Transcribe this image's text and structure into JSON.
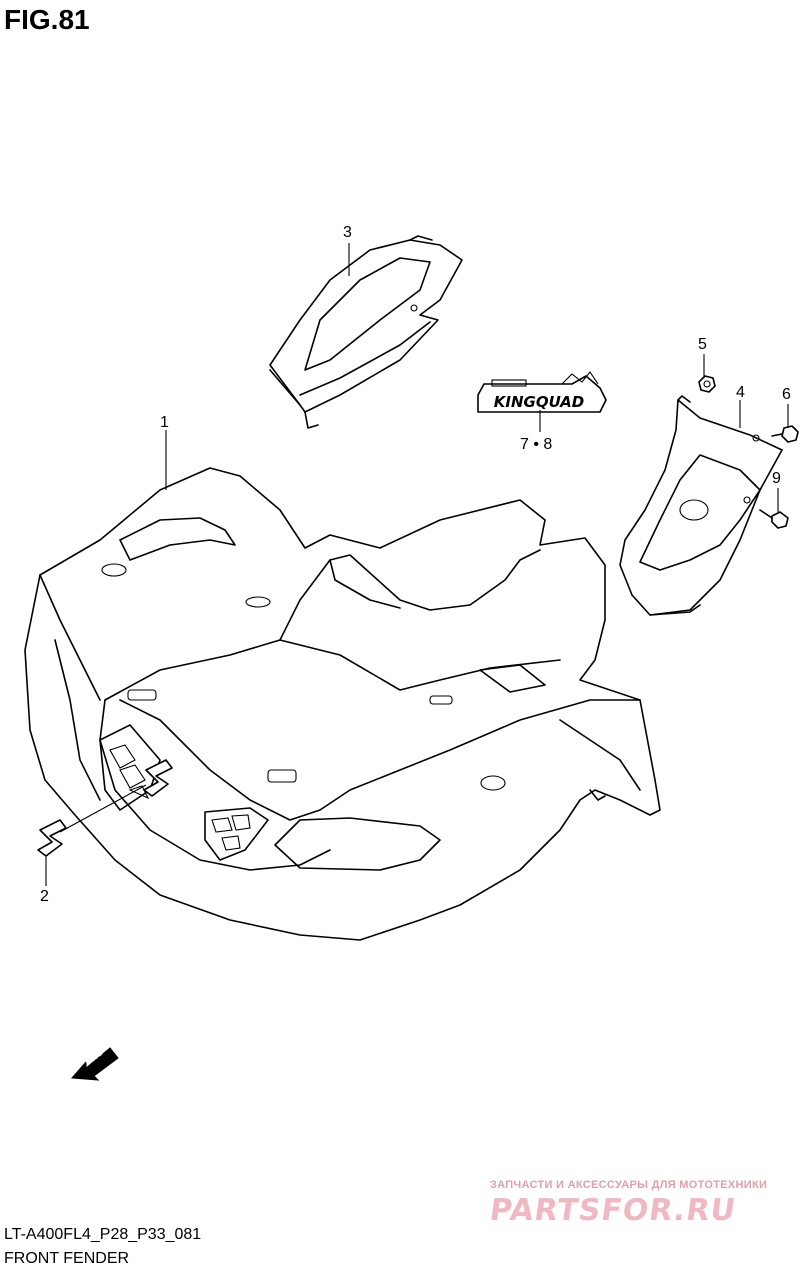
{
  "figure": {
    "title": "FIG.81",
    "model_code": "LT-A400FL4_P28_P33_081",
    "subtitle": "FRONT FENDER"
  },
  "callouts": {
    "c1": "1",
    "c2": "2",
    "c3": "3",
    "c4": "4",
    "c5": "5",
    "c6": "6",
    "c9": "9",
    "c78": "7 • 8"
  },
  "decal": {
    "text": "KINGQUAD"
  },
  "fwd_arrow": {
    "label": "FWD"
  },
  "watermark": {
    "line1": "ЗАПЧАСТИ И АКСЕССУАРЫ ДЛЯ МОТОТЕХНИКИ",
    "line2": "PARTSFOR.RU"
  }
}
